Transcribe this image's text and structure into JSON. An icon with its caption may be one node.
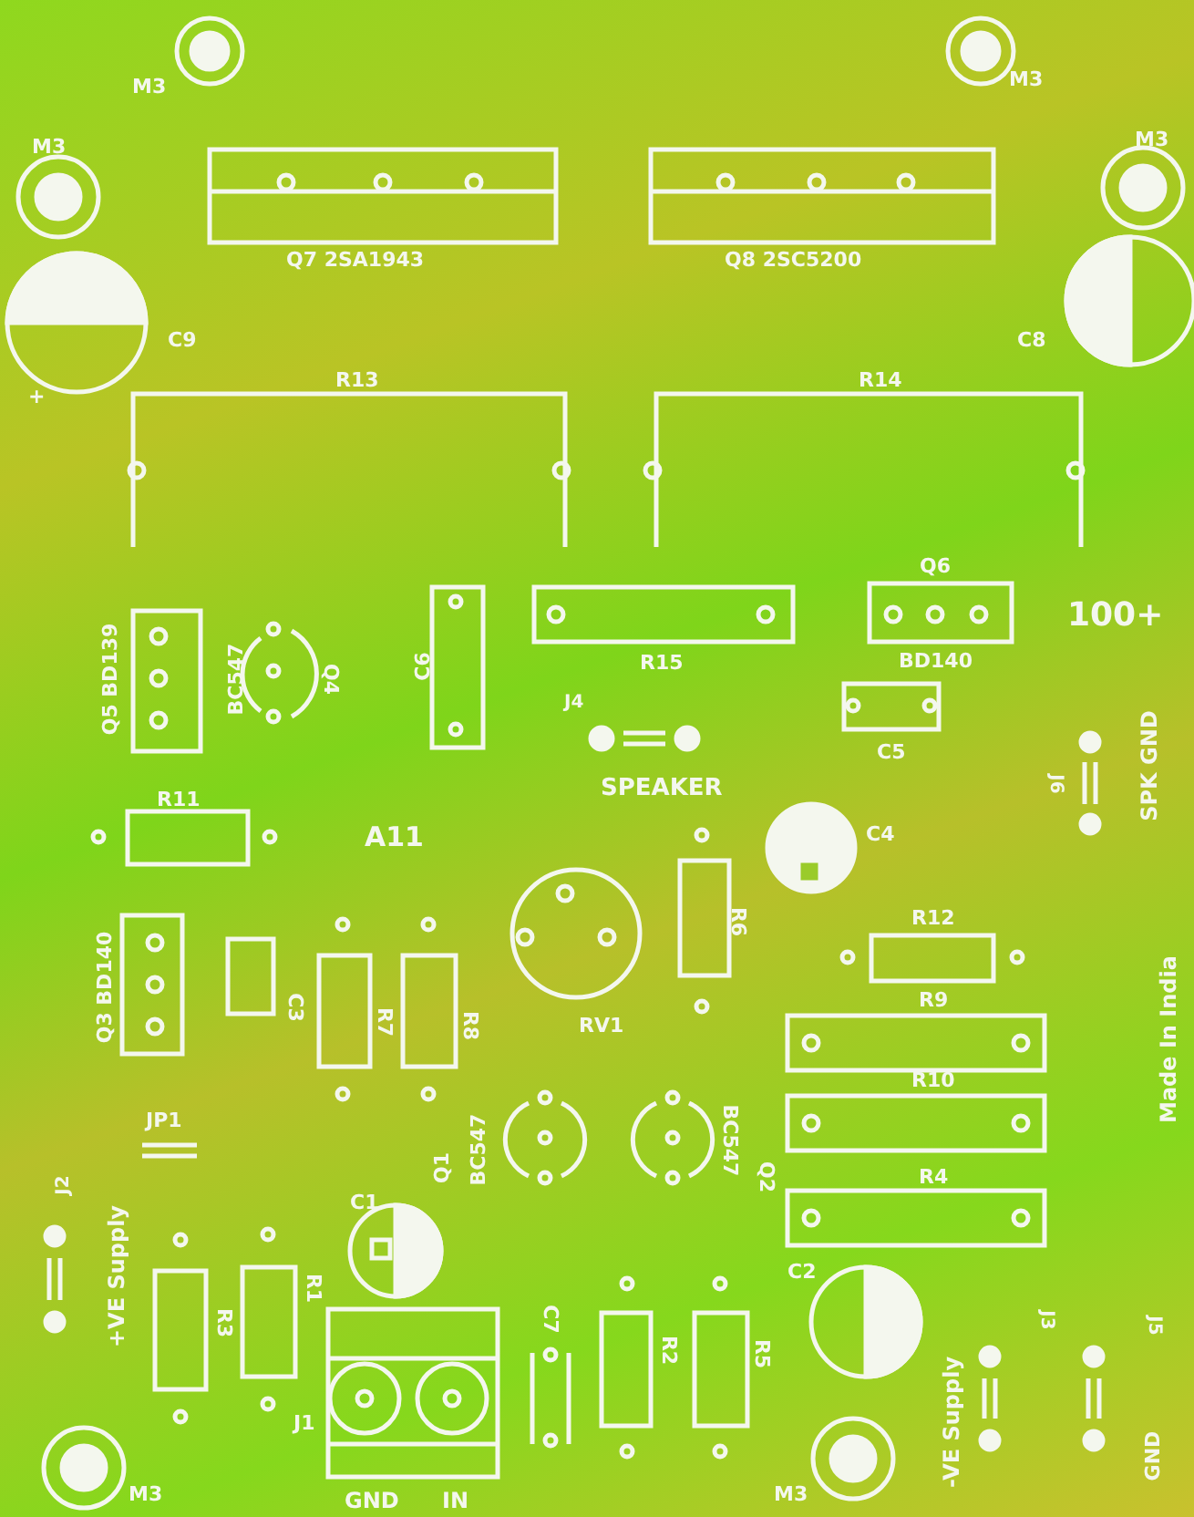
{
  "diagram": {
    "labels": [
      "M3",
      "M3",
      "M3",
      "M3",
      "Q7 2SA1943",
      "Q8 2SC5200",
      "C9",
      "+",
      "C8",
      "R13",
      "R14",
      "Q6",
      "100+",
      "R15",
      "BD140",
      "C6",
      "Q5 BD139",
      "BC547",
      "Q4",
      "J4",
      "C5",
      "SPEAKER",
      "J6",
      "SPK GND",
      "R11",
      "A11",
      "C4",
      "R12",
      "R6",
      "Q3 BD140",
      "C3",
      "R7",
      "R8",
      "RV1",
      "R9",
      "Made In India",
      "R10",
      "JP1",
      "J2",
      "Q1",
      "BC547",
      "BC547",
      "Q2",
      "R4",
      "C1",
      "+VE Supply",
      "R1",
      "R3",
      "C2",
      "C7",
      "R2",
      "R5",
      "J1",
      "-VE Supply",
      "J3",
      "J5",
      "GND",
      "M3",
      "GND",
      "IN",
      "M3"
    ]
  }
}
